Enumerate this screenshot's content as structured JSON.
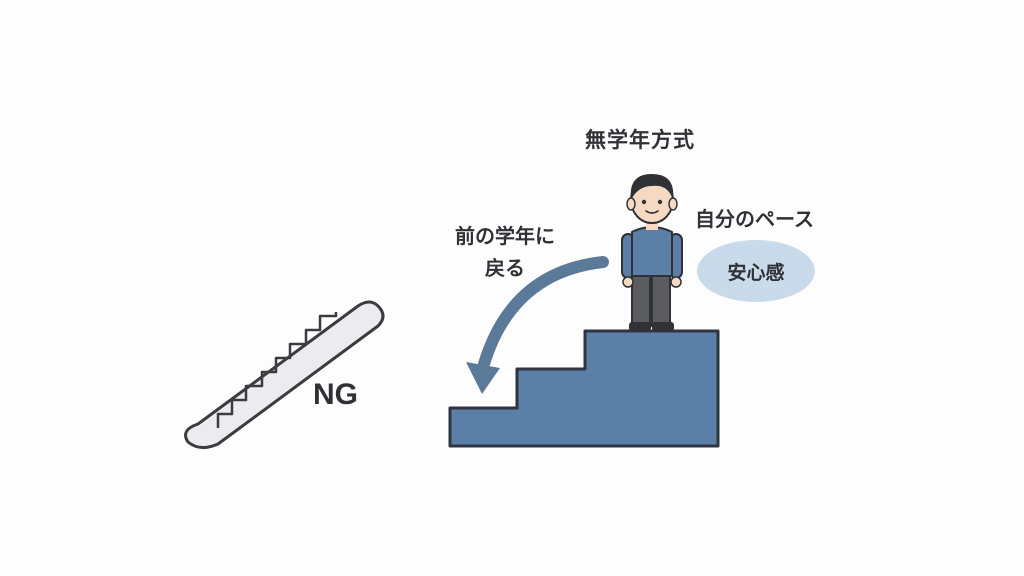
{
  "title": "無学年方式",
  "labels": {
    "own_pace": "自分のペース",
    "relief": "安心感",
    "back_line1": "前の学年に",
    "back_line2": "戻る",
    "ng": "NG"
  },
  "colors": {
    "stairs": "#5b7fa6",
    "arrow": "#5b7a99",
    "bubble": "#c9dbeb",
    "escalator_fill": "#ececee",
    "outline": "#3a3c40"
  },
  "icons": [
    "escalator-icon",
    "staircase-icon",
    "curved-arrow-icon",
    "student-figure-icon"
  ]
}
